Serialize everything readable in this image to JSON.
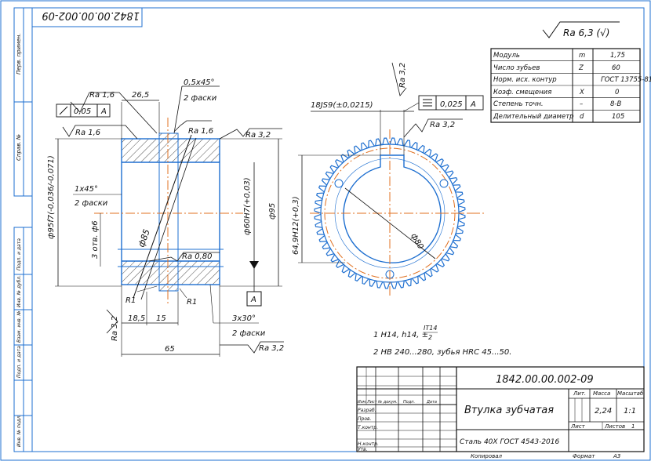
{
  "drawing_number": "1842.00.00.002-09",
  "drawing_number_rotated": "1842.00.00.002-09",
  "surface_default": "Ra 6,3 (√)",
  "gear_params": [
    {
      "name": "Модуль",
      "symbol": "m",
      "value": "1,75"
    },
    {
      "name": "Число зубьев",
      "symbol": "Z",
      "value": "60"
    },
    {
      "name": "Норм. исх. контур",
      "symbol": "",
      "value": "ГОСТ 13755-81"
    },
    {
      "name": "Коэф. смещения",
      "symbol": "X",
      "value": "0"
    },
    {
      "name": "Степень точн.",
      "symbol": "–",
      "value": "8-В"
    },
    {
      "name": "Делительный диаметр",
      "symbol": "d",
      "value": "105"
    }
  ],
  "section_view": {
    "ra_1_6_top": "Ra 1,6",
    "tol_value": "0,05",
    "tol_datum": "A",
    "dim_26_5": "26,5",
    "chamfer_top": "0,5х45°",
    "chamfer_top_note": "2 фаски",
    "ra_1_6_left": "Ra 1,6",
    "ra_1_6_inner": "Ra 1,6",
    "ra_3_2_right": "Ra 3,2",
    "chamfer_left": "1х45°",
    "chamfer_left_note": "2 фаски",
    "holes": "3 отв. ф6",
    "dia_95f7": "ф95f7(-0,036/-0,071)",
    "dia_85": "ф85",
    "dia_60h7": "ф60H7(+0,03)",
    "dia_95": "ф95",
    "ra_0_80": "Ra 0,80",
    "r1_left": "R1",
    "r1_right": "R1",
    "datum_a": "A",
    "ra_3_2_bottom": "Ra 3,2",
    "dim_18_5": "18,5",
    "dim_15": "15",
    "chamfer_bottom": "3х30°",
    "chamfer_bottom_note": "2 фаски",
    "dim_65": "65",
    "ra_3_2_bottom_right": "Ra 3,2"
  },
  "front_view": {
    "ra_3_2_top": "Ra 3,2",
    "keyway": "18JS9(±0,0215)",
    "sym_tol": "0,025",
    "sym_datum": "A",
    "ra_3_2_key": "Ra 3,2",
    "dia_80": "ф80",
    "keyway_depth": "64,9H12(+0,3)"
  },
  "notes": [
    "1 H14, h14, ±",
    "IT14",
    "2",
    "2 HB 240...280, зубья HRC 45...50."
  ],
  "title_block": {
    "name": "Втулка зубчатая",
    "material": "Сталь 40Х ГОСТ 4543-2016",
    "lit_label": "Лит.",
    "mass_label": "Масса",
    "scale_label": "Масштаб",
    "mass": "2,24",
    "scale": "1:1",
    "sheet_label": "Лист",
    "sheets_label": "Листов",
    "sheets": "1",
    "rows": [
      "Изм.",
      "Лист",
      "№ докум.",
      "Подп.",
      "Дата"
    ],
    "roles": [
      "Разраб.",
      "Пров.",
      "Т.контр.",
      "",
      "Н.контр.",
      "Утв."
    ]
  },
  "footer": {
    "copied": "Копировал",
    "format": "Формат",
    "format_value": "A3"
  },
  "side_strip": [
    "Перв. примен.",
    "Справ. №",
    "Подп. и дата",
    "Инв. № дубл.",
    "Взам. инв. №",
    "Подп. и дата",
    "Инв. № подл."
  ]
}
